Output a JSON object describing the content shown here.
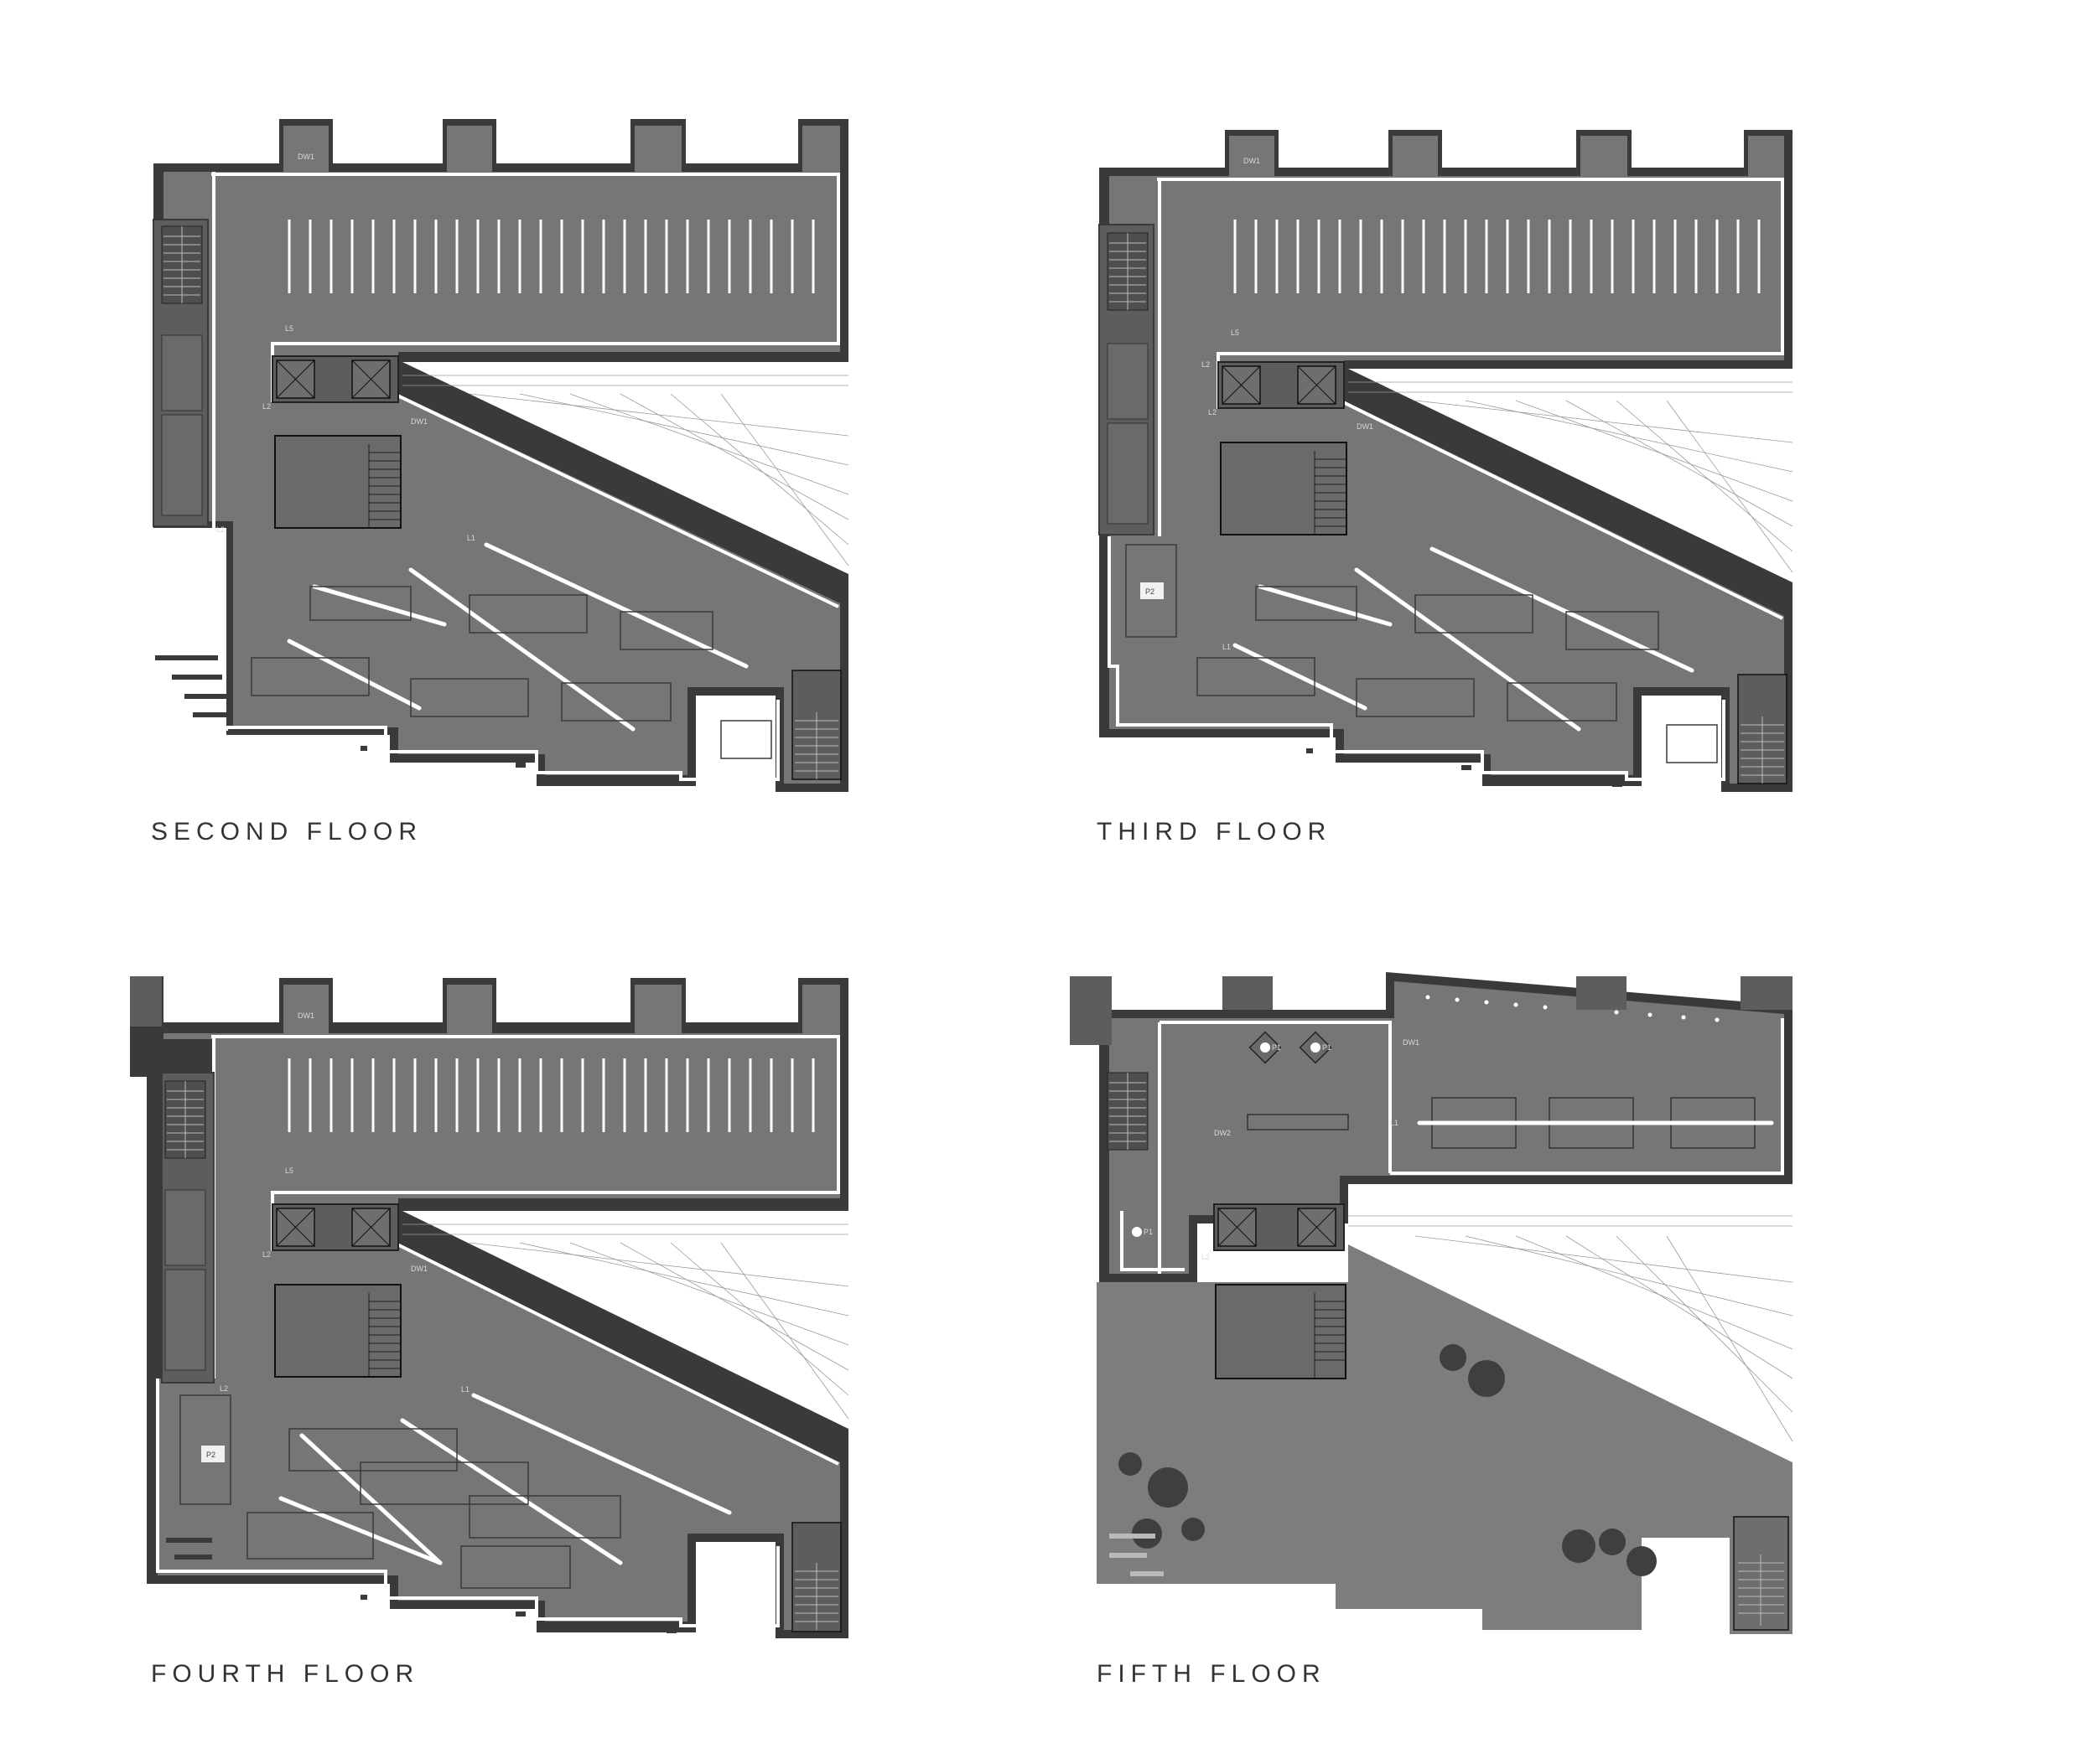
{
  "sheet": {
    "plans": [
      {
        "title": "SECOND FLOOR",
        "tags": {
          "dw": "DW1",
          "dw_b": "DW1",
          "l5": "L5",
          "l2": "L2",
          "l2b": "L2",
          "l1": "L1"
        }
      },
      {
        "title": "THIRD FLOOR",
        "tags": {
          "dw": "DW1",
          "dw_b": "DW1",
          "l5": "L5",
          "l2": "L2",
          "l2b": "L2",
          "l1": "L1",
          "p": "P2"
        }
      },
      {
        "title": "FOURTH FLOOR",
        "tags": {
          "dw": "DW1",
          "dw_b": "DW1",
          "l5": "L5",
          "l2": "L2",
          "l2b": "L2",
          "l1": "L1",
          "p": "P2"
        }
      },
      {
        "title": "FIFTH FLOOR",
        "tags": {
          "dw": "DW1",
          "dw2": "DW2",
          "l1": "L1",
          "l2": "L2",
          "p1": "P1",
          "p1b": "P1",
          "p1c": "P1"
        }
      }
    ]
  },
  "colors": {
    "floor": "#767676",
    "wall": "#3a3a3a",
    "core": "#5d5d5d",
    "light": "#ffffff",
    "stairs_light": "#b9b9b9",
    "terrace": "#7d7d7d",
    "title": "#333333"
  }
}
